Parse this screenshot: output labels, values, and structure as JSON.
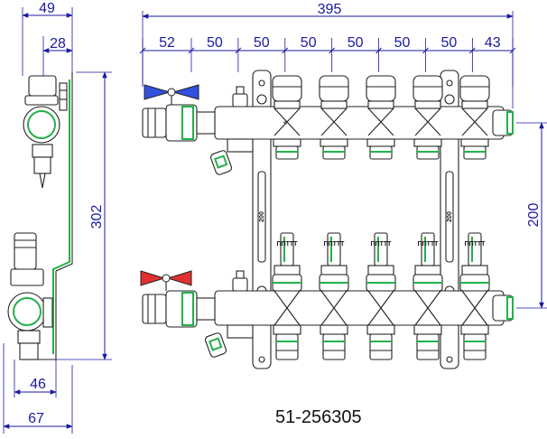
{
  "part_number": "51-256305",
  "dimensions": {
    "side_top_total": "49",
    "side_top_inner": "28",
    "side_height": "302",
    "side_bottom_inner": "46",
    "side_bottom_total": "67",
    "front_total_width": "395",
    "front_segments": [
      "52",
      "50",
      "50",
      "50",
      "50",
      "50",
      "50",
      "43"
    ],
    "front_vertical_spacing": "200"
  },
  "bracket_label": "200",
  "flowmeter_label": "ППТТТ",
  "colors": {
    "dimension": "#1a1aa0",
    "outline": "#222222",
    "gasket_green": "#22b04a",
    "valve_blue": "#3050e0",
    "valve_red": "#e03030"
  }
}
